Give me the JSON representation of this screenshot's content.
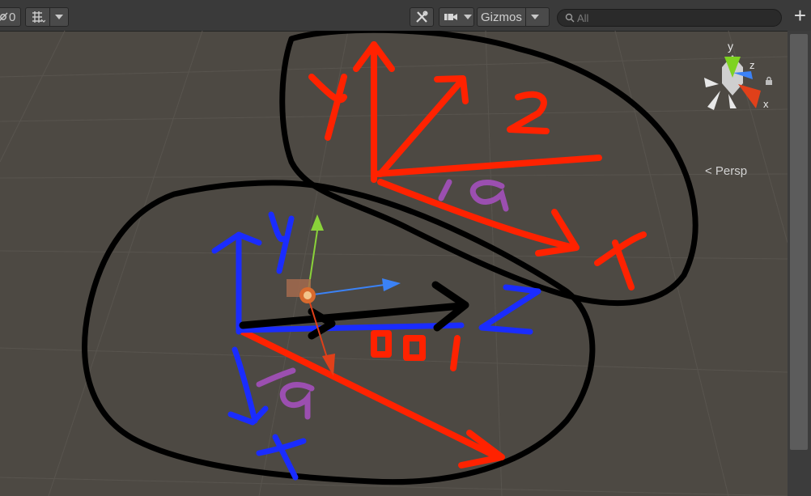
{
  "toolbar": {
    "hidden_count": "0",
    "gizmos_label": "Gizmos",
    "search_placeholder": "All"
  },
  "orientation_gizmo": {
    "axis_y": "y",
    "axis_z": "z",
    "axis_x": "x",
    "projection_label": "< Persp"
  },
  "annotations": {
    "red_frame": {
      "label_y": "y",
      "label_z": "z",
      "label_x": "x",
      "angle": "α",
      "color": "#ff2200"
    },
    "blue_frame": {
      "label_y": "y",
      "label_z": "z",
      "label_x": "x",
      "color": "#1a2cff"
    },
    "blue_angle": "α",
    "red_number": "001",
    "outline_color": "#000000",
    "angle_color": "#9b4fb0"
  },
  "colors": {
    "toolbar_bg": "#3a3a3a",
    "scene_bg": "#4d4943",
    "gizmo_y": "#7ed321",
    "gizmo_z": "#3b82f6",
    "gizmo_x": "#e0401a"
  }
}
